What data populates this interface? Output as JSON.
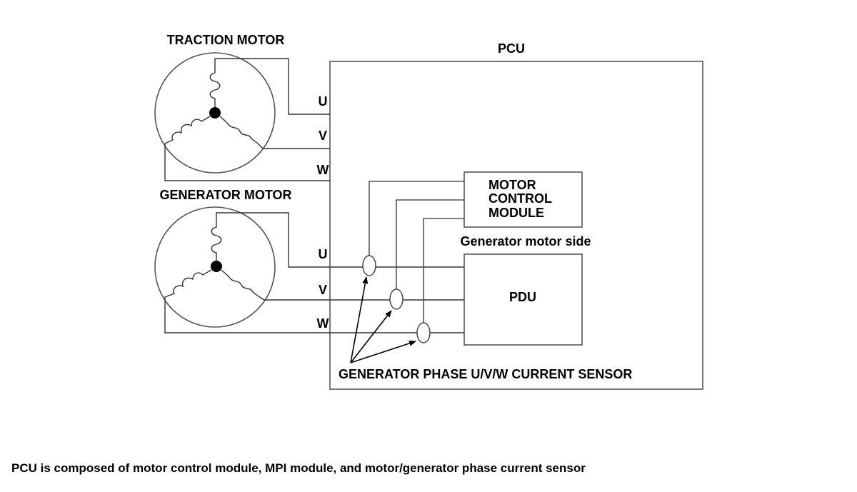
{
  "diagram": {
    "pcu_label": "PCU",
    "traction_motor_label": "TRACTION MOTOR",
    "generator_motor_label": "GENERATOR MOTOR",
    "traction_terminals": [
      "U",
      "V",
      "W"
    ],
    "generator_terminals": [
      "U",
      "V",
      "W"
    ],
    "mcm_lines": [
      "MOTOR",
      "CONTROL",
      "MODULE"
    ],
    "generator_side_label": "Generator motor side",
    "pdu_label": "PDU",
    "sensor_label": "GENERATOR PHASE U/V/W CURRENT SENSOR"
  },
  "caption": "PCU is composed of motor control module, MPI module, and motor/generator phase current sensor"
}
